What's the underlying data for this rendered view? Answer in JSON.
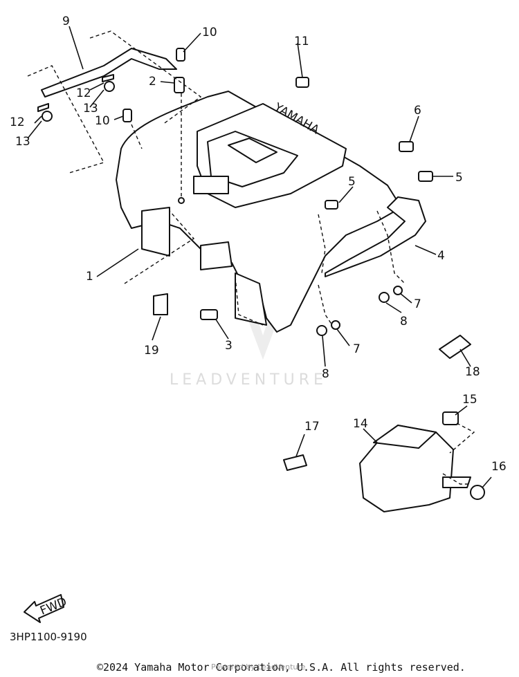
{
  "diagram": {
    "callouts": [
      "1",
      "2",
      "3",
      "4",
      "5",
      "5",
      "6",
      "7",
      "7",
      "8",
      "8",
      "9",
      "10",
      "10",
      "11",
      "12",
      "12",
      "13",
      "13",
      "14",
      "15",
      "16",
      "17",
      "18",
      "19"
    ],
    "brand_text": "YAMAHA",
    "fwd_label": "FWD",
    "watermark": "LEADVENTURE",
    "watermark_small": "Powered by LeadVenture",
    "part_code": "3HP1100-9190",
    "copyright": "©2024 Yamaha Motor Corporation, U.S.A. All rights reserved."
  }
}
